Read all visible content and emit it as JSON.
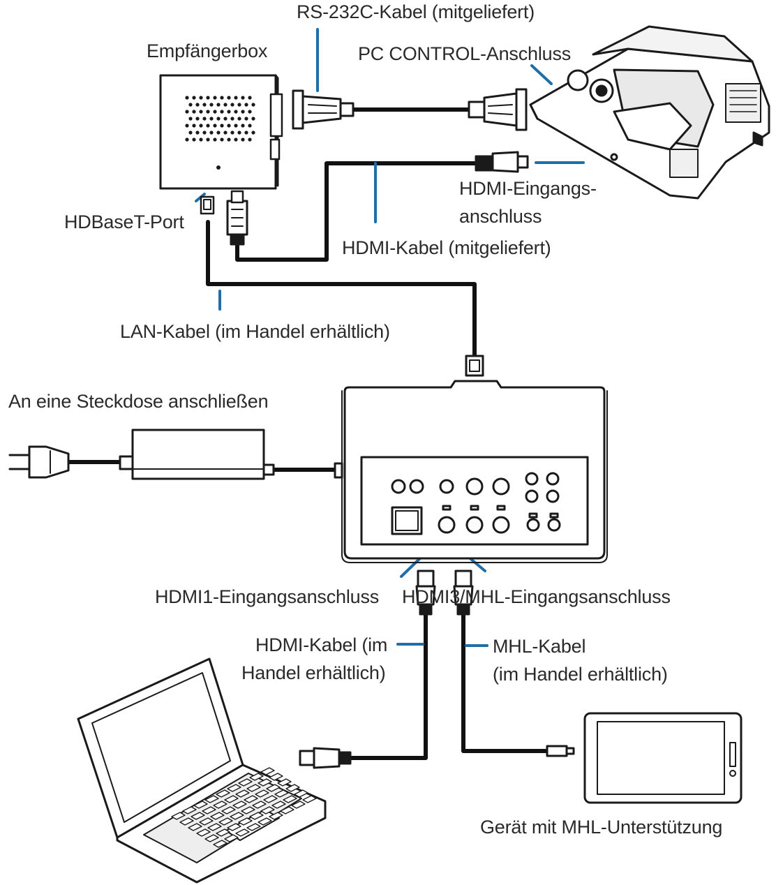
{
  "colors": {
    "leader": "#1f6ea8",
    "stroke": "#1a1a1a",
    "cable": "#111111",
    "face": "#ffffff",
    "shade": "#e4e4e4"
  },
  "labels": {
    "rs232c_cable": "RS-232C-Kabel (mitgeliefert)",
    "receiver_box": "Empfängerbox",
    "pc_control_port": "PC CONTROL-Anschluss",
    "hdmi_input_line1": "HDMI-Eingangs-",
    "hdmi_input_line2": "anschluss",
    "hdbaset_port": "HDBaseT-Port",
    "hdmi_cable_supplied": "HDMI-Kabel (mitgeliefert)",
    "lan_cable": "LAN-Kabel (im Handel erhältlich)",
    "power_outlet": "An eine Steckdose anschließen",
    "hdmi1_input": "HDMI1-Eingangsanschluss",
    "hdmi3_mhl_input": "HDMI3/MHL-Eingangsanschluss",
    "hdmi_cable_retail_line1": "HDMI-Kabel (im",
    "hdmi_cable_retail_line2": "Handel erhältlich)",
    "mhl_cable_line1": "MHL-Kabel",
    "mhl_cable_line2": "(im Handel erhältlich)",
    "mhl_device": "Gerät mit MHL-Unterstützung"
  }
}
